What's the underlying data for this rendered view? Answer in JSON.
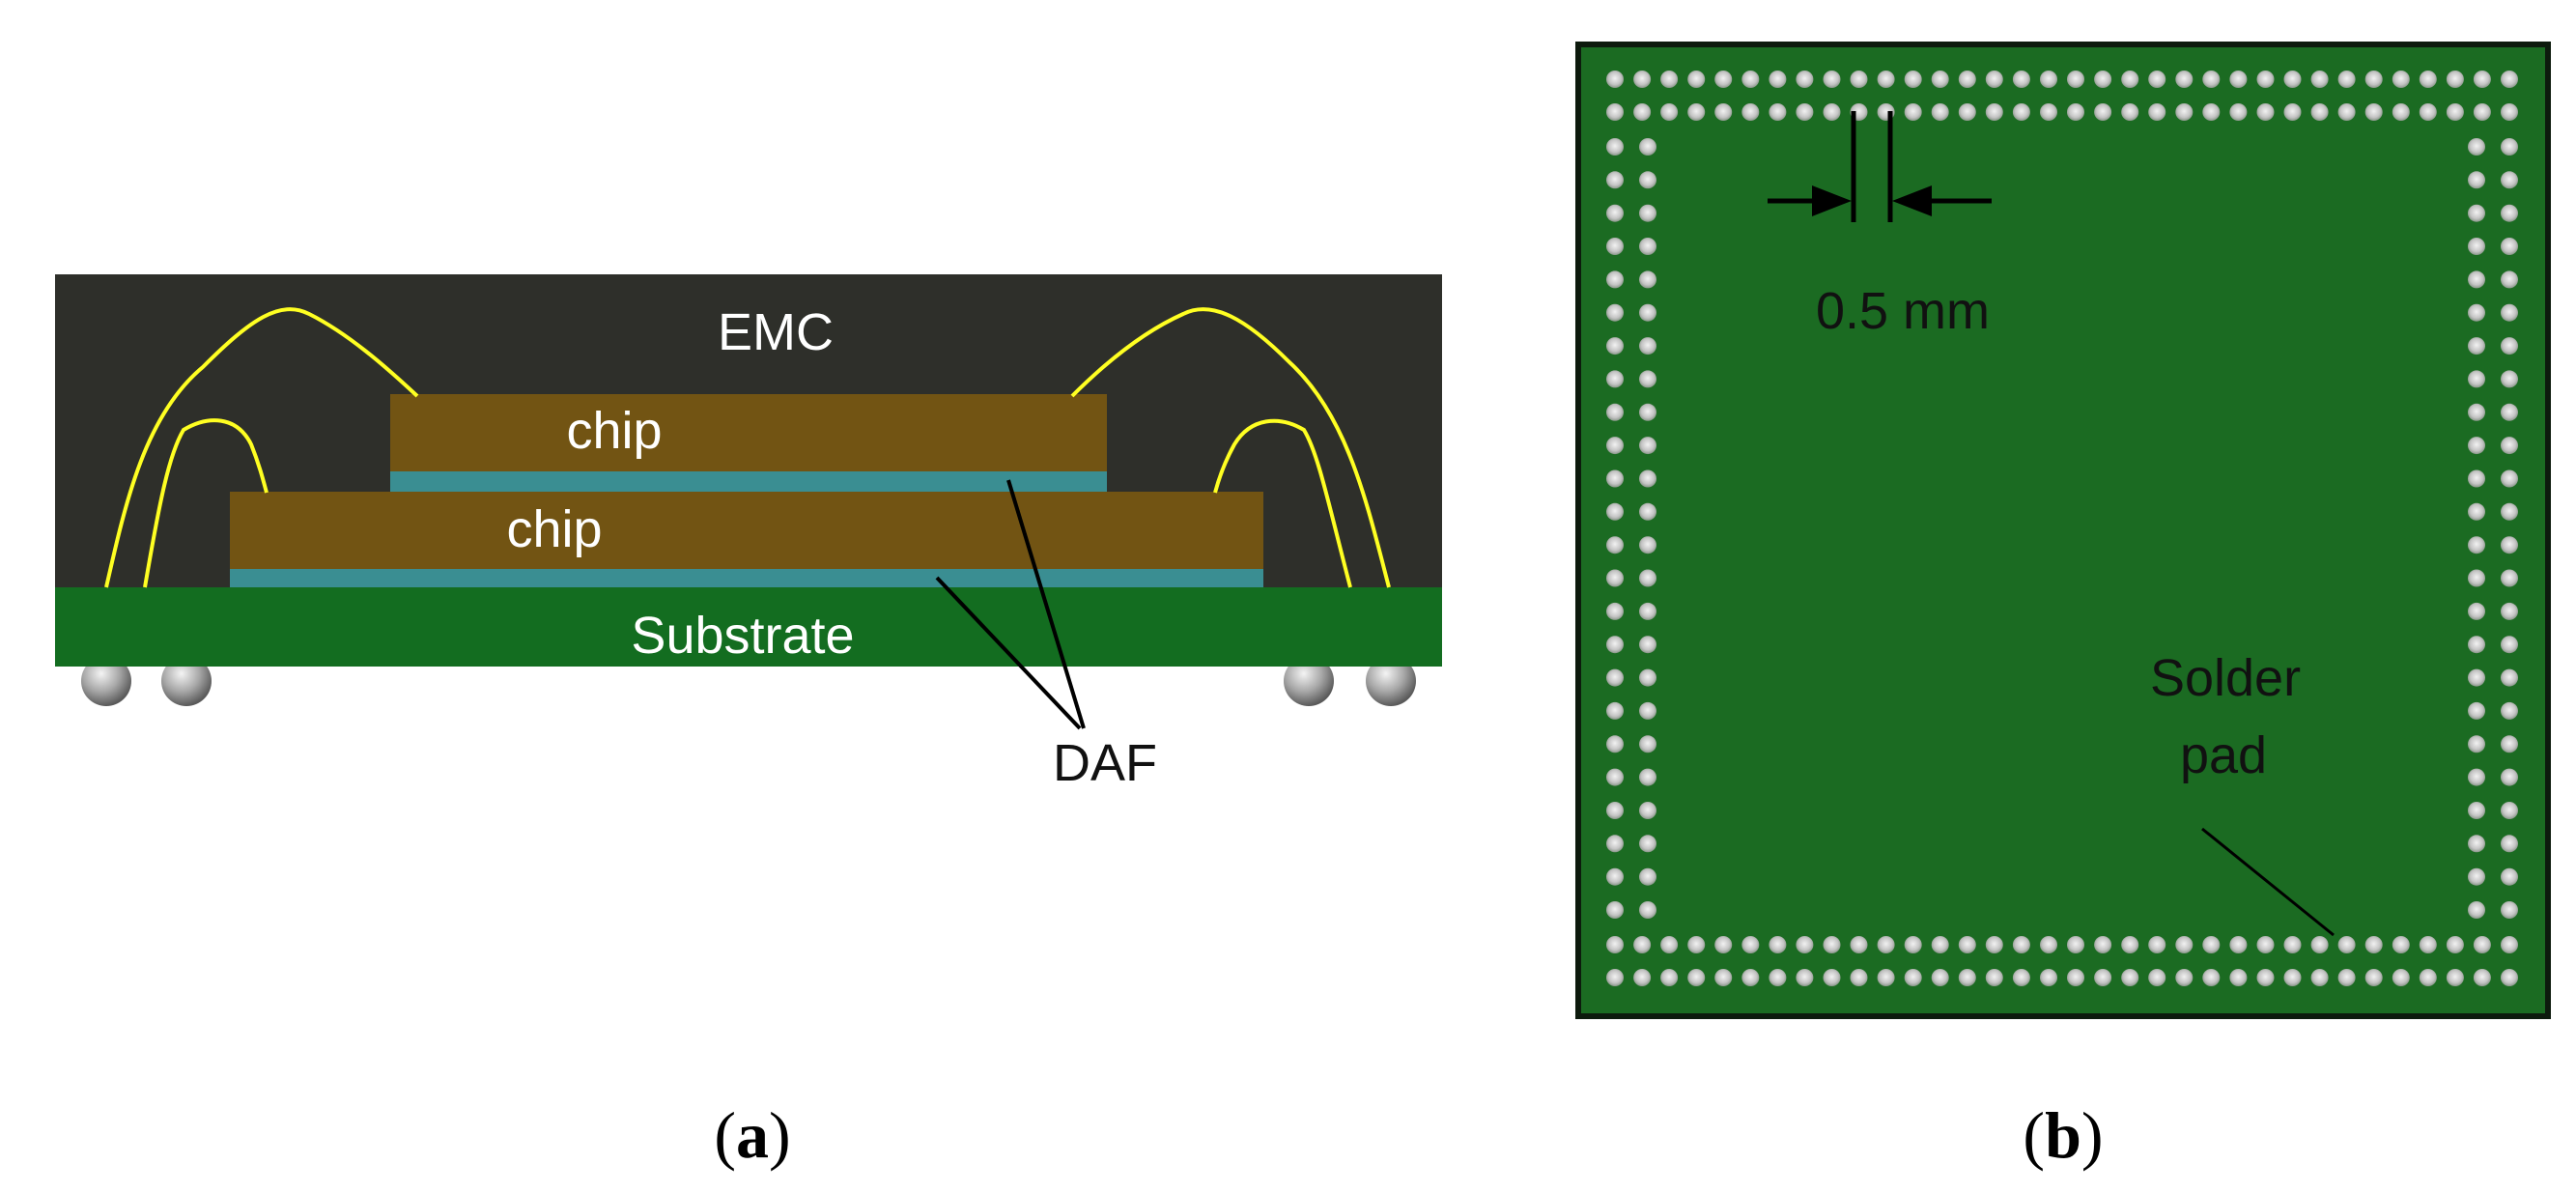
{
  "panel_a": {
    "caption_open": "(",
    "caption_letter": "a",
    "caption_close": ")",
    "labels": {
      "emc": "EMC",
      "chip_top": "chip",
      "chip_bottom": "chip",
      "substrate": "Substrate",
      "daf": "DAF"
    }
  },
  "panel_b": {
    "caption_open": "(",
    "caption_letter": "b",
    "caption_close": ")",
    "pitch_label": "0.5 mm",
    "solder_pad_line1": "Solder",
    "solder_pad_line2": "pad",
    "pad_grid": {
      "rows": 2,
      "columns_per_side": 2,
      "top_count": 34,
      "side_count": 24
    }
  },
  "colors": {
    "emc": "#2e2f2a",
    "chip": "#725413",
    "daf": "#3a8e92",
    "substrate": "#136d20",
    "wire": "#ffff22",
    "board": "#1b6b22",
    "pad": "#d8d8d8"
  }
}
